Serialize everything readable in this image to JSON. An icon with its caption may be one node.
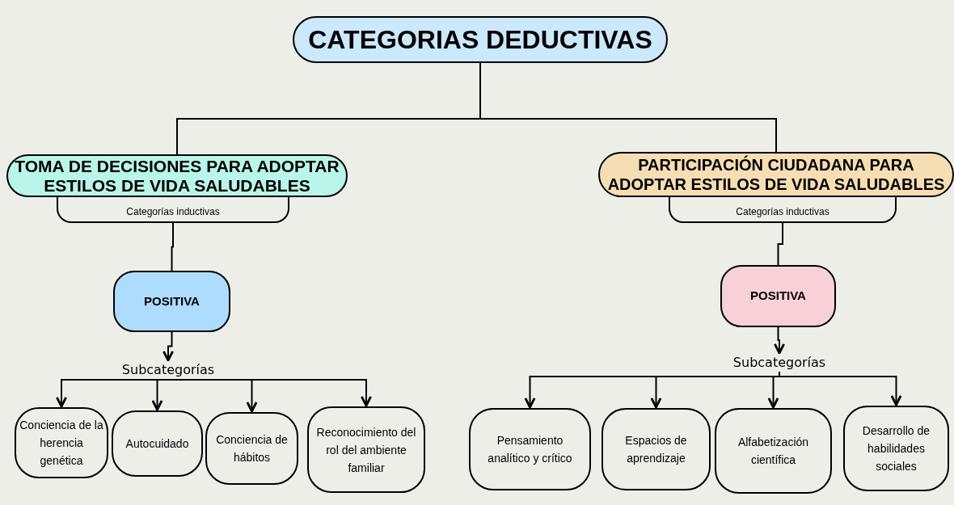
{
  "diagram": {
    "nodes": [
      {
        "text": [
          "CATEGORIAS DEDUCTIVAS"
        ]
      },
      {
        "text": [
          "TOMA DE DECISIONES PARA ADOPTAR ESTILOS DE VIDA SALUDABLES"
        ]
      },
      {
        "text": [
          "Categorías inductivas"
        ]
      },
      {
        "text": [
          "POSITIVA"
        ]
      },
      {
        "text": [
          "Subcategorías"
        ]
      },
      {
        "text": [
          "Conciencia de la herencia genética"
        ]
      },
      {
        "text": [
          "Autocuidado"
        ]
      },
      {
        "text": [
          "Conciencia de hábitos"
        ]
      },
      {
        "text": [
          "Reconocimiento del rol del ambiente familiar"
        ]
      },
      {
        "text": [
          "PARTICIPACIÓN CIUDADANA PARA ADOPTAR ESTILOS DE VIDA SALUDABLES"
        ]
      },
      {
        "text": [
          "Categorías inductivas"
        ]
      },
      {
        "text": [
          "POSITIVA"
        ]
      },
      {
        "text": [
          "Subcategorías"
        ]
      },
      {
        "text": [
          "Pensamiento analítico y crítico"
        ]
      },
      {
        "text": [
          "Espacios de aprendizaje"
        ]
      },
      {
        "text": [
          "Alfabetización científica"
        ]
      },
      {
        "text": [
          "Desarrollo de habilidades sociales"
        ]
      }
    ],
    "edges": [
      {
        "from": 0,
        "to": 1,
        "arrow": "none"
      },
      {
        "from": 0,
        "to": 9,
        "arrow": "none"
      },
      {
        "from": 2,
        "to": 3,
        "arrow": "none"
      },
      {
        "from": 3,
        "to": 4,
        "arrow": "to"
      },
      {
        "from": 4,
        "to": 5,
        "arrow": "to"
      },
      {
        "from": 4,
        "to": 6,
        "arrow": "to"
      },
      {
        "from": 4,
        "to": 7,
        "arrow": "to"
      },
      {
        "from": 4,
        "to": 8,
        "arrow": "to"
      },
      {
        "from": 10,
        "to": 11,
        "arrow": "none"
      },
      {
        "from": 11,
        "to": 12,
        "arrow": "to"
      },
      {
        "from": 12,
        "to": 13,
        "arrow": "to"
      },
      {
        "from": 12,
        "to": 14,
        "arrow": "to"
      },
      {
        "from": 12,
        "to": 15,
        "arrow": "to"
      },
      {
        "from": 12,
        "to": 16,
        "arrow": "to"
      }
    ]
  }
}
